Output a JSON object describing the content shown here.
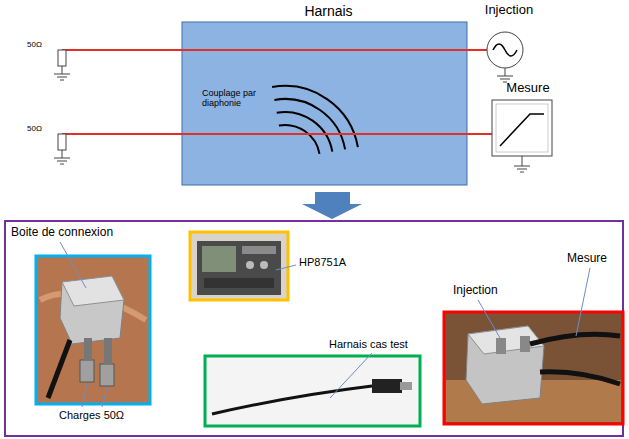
{
  "diagram": {
    "nodes": [
      {
        "text": [
          "Harnais",
          "Couplage par diaphonie"
        ]
      },
      {
        "text": [
          "Injection"
        ]
      },
      {
        "text": [
          "Mesure"
        ]
      }
    ],
    "labels": [
      "50Ω",
      "50Ω",
      "Boite de connexion",
      "HP8751A",
      "Harnais cas test",
      "Charges 50Ω",
      "Injection",
      "Mesure"
    ]
  }
}
